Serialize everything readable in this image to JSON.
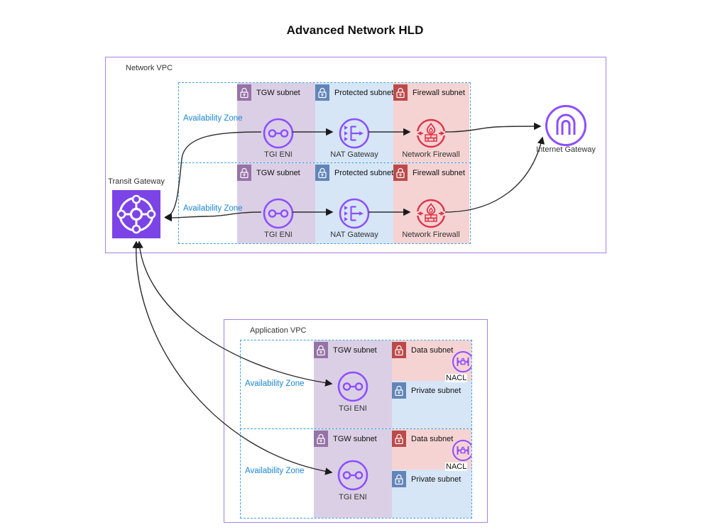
{
  "title": "Advanced Network HLD",
  "colors": {
    "vpc_border": "#a681e3",
    "az_border": "#3f9fe0",
    "az_label_text": "#1c86d1",
    "tgw_subnet_bg": "#dbcfe5",
    "blue_subnet_bg": "#d6e6f7",
    "red_subnet_bg": "#f5d3d3",
    "badge_purple": "#9673a6",
    "badge_blue": "#6285b8",
    "badge_red": "#bc4a4a",
    "icon_purple": "#8c4fff",
    "icon_red": "#dd3448",
    "transit_gateway_fill": "#7c44e6",
    "connector_line": "#2d2d2d"
  },
  "network_vpc": {
    "label": "Network VPC",
    "azs": [
      {
        "label": "Availability Zone",
        "subnets": [
          {
            "label": "TGW subnet"
          },
          {
            "label": "Protected subnet"
          },
          {
            "label": "Firewall subnet"
          }
        ],
        "nodes": [
          {
            "label": "TGI ENI"
          },
          {
            "label": "NAT Gateway"
          },
          {
            "label": "Network Firewall"
          }
        ]
      },
      {
        "label": "Availability Zone",
        "subnets": [
          {
            "label": "TGW subnet"
          },
          {
            "label": "Protected subnet"
          },
          {
            "label": "Firewall subnet"
          }
        ],
        "nodes": [
          {
            "label": "TGI ENI"
          },
          {
            "label": "NAT Gateway"
          },
          {
            "label": "Network Firewall"
          }
        ]
      }
    ]
  },
  "transit_gateway": {
    "label": "Transit Gateway"
  },
  "internet_gateway": {
    "label": "Internet Gateway"
  },
  "application_vpc": {
    "label": "Application VPC",
    "azs": [
      {
        "label": "Availability Zone",
        "subnets": [
          {
            "label": "TGW subnet"
          },
          {
            "label": "Data subnet"
          },
          {
            "label": "Private subnet"
          }
        ],
        "nodes": [
          {
            "label": "TGI ENI"
          },
          {
            "label": "NACL"
          }
        ]
      },
      {
        "label": "Availability Zone",
        "subnets": [
          {
            "label": "TGW subnet"
          },
          {
            "label": "Data subnet"
          },
          {
            "label": "Private subnet"
          }
        ],
        "nodes": [
          {
            "label": "TGI ENI"
          },
          {
            "label": "NACL"
          }
        ]
      }
    ]
  }
}
